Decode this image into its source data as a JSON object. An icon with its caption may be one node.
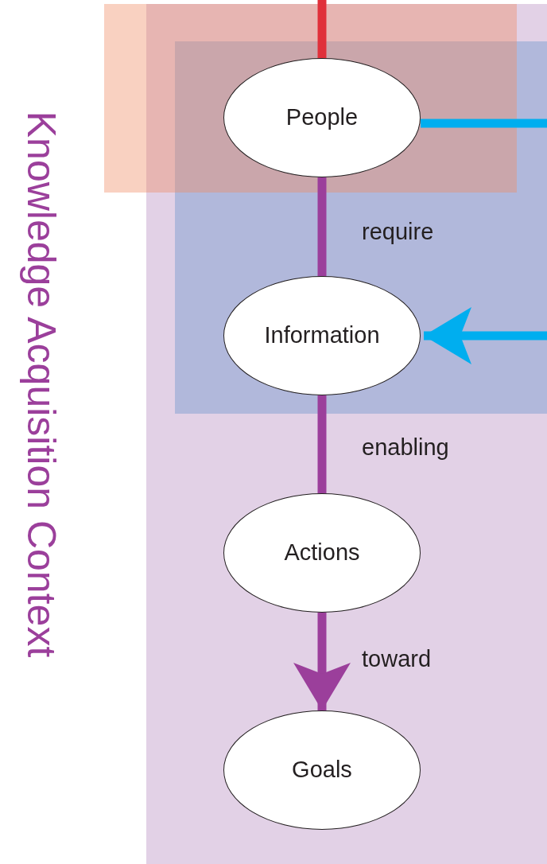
{
  "diagram": {
    "nodes": [
      {
        "text": [
          "Knowledge Acquisition Context"
        ]
      },
      {
        "text": [
          "People"
        ],
        "in": 0
      },
      {
        "text": [
          "Information"
        ],
        "in": 0
      },
      {
        "text": [
          "Actions"
        ],
        "in": 0
      },
      {
        "text": [
          "Goals"
        ],
        "in": 0
      }
    ],
    "edges": [
      {
        "from": null,
        "to": 1,
        "arrow": "none",
        "color": "#e0303a"
      },
      {
        "from": 1,
        "to": null,
        "arrow": "none",
        "color": "#00aeef"
      },
      {
        "from": null,
        "to": 2,
        "arrow": "to",
        "color": "#00aeef"
      },
      {
        "from": 1,
        "to": 2,
        "arrow": "none",
        "label": "require"
      },
      {
        "from": 2,
        "to": 3,
        "arrow": "none",
        "label": "enabling"
      },
      {
        "from": 3,
        "to": 4,
        "arrow": "to",
        "label": "toward"
      }
    ]
  }
}
